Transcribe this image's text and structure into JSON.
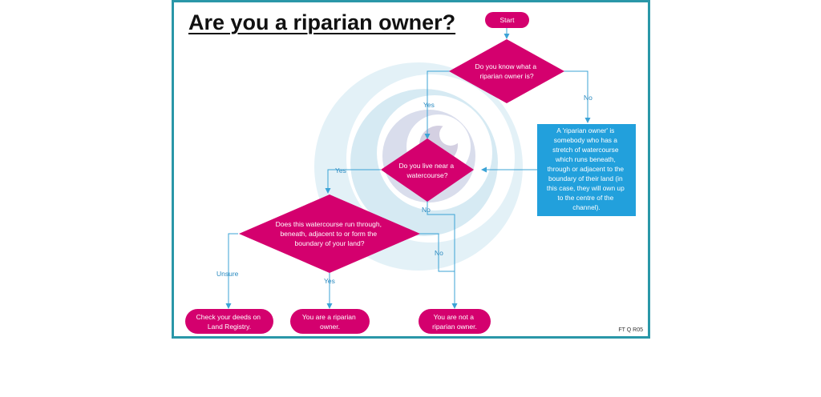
{
  "title": "Are you a riparian owner?",
  "reference_code": "FT Q R05",
  "colors": {
    "frame": "#2A97A8",
    "node": "#D4006E",
    "info_box": "#22A0DC",
    "connector": "#3BA3D6",
    "label": "#2A8AC0"
  },
  "nodes": {
    "start": "Start",
    "q1": [
      "Do you know what a",
      "riparian owner is?"
    ],
    "definition": [
      "A 'riparian owner' is",
      "somebody who has a",
      "stretch of watercourse",
      "which runs beneath,",
      "through or adjacent to the",
      "boundary of their land (in",
      "this case, they will own up",
      "to the centre of the",
      "channel)."
    ],
    "q2": [
      "Do you live near a",
      "watercourse?"
    ],
    "q3": [
      "Does this watercourse run through,",
      "beneath, adjacent to  or form the",
      "boundary of your land?"
    ],
    "end_unsure": [
      "Check your deeds on",
      "Land Registry."
    ],
    "end_yes": [
      "You are a riparian",
      "owner."
    ],
    "end_no": [
      "You are not a",
      "riparian owner."
    ]
  },
  "edge_labels": {
    "q1_yes": "Yes",
    "q1_no": "No",
    "q2_yes": "Yes",
    "q2_no": "No",
    "q3_unsure": "Unsure",
    "q3_yes": "Yes",
    "q3_no": "No"
  }
}
